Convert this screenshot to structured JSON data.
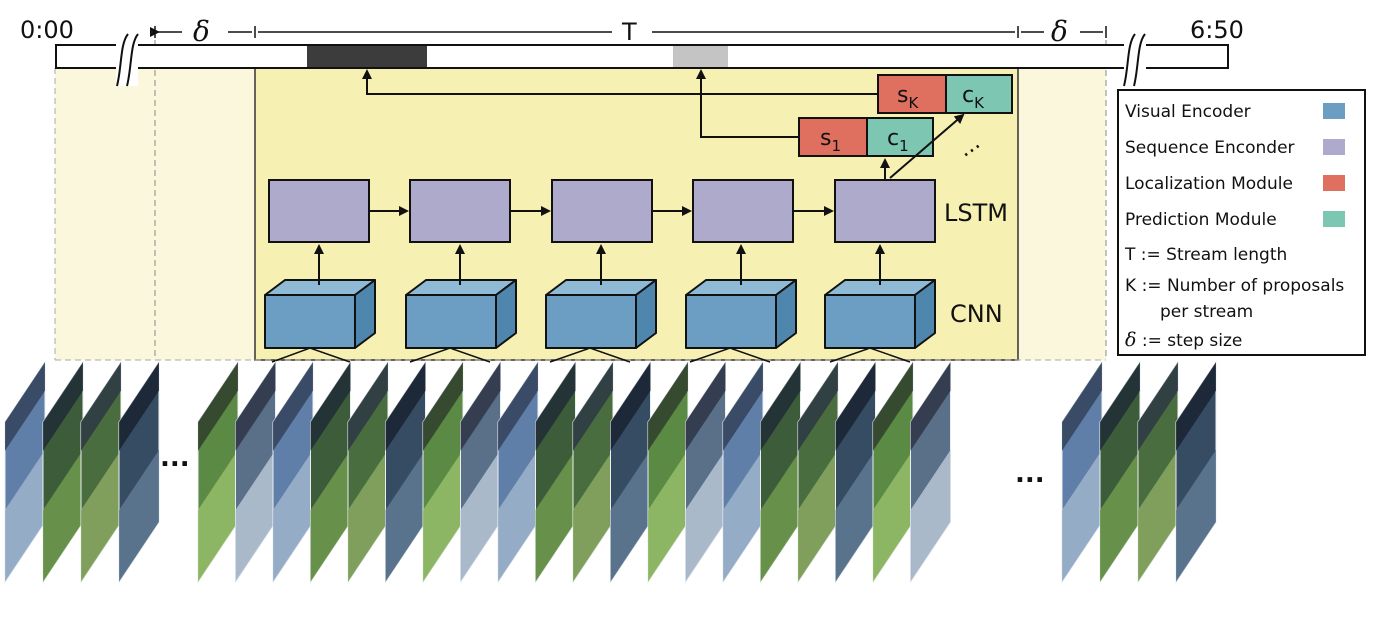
{
  "timeline": {
    "start_label": "0:00",
    "end_label": "6:50",
    "delta_symbol": "δ",
    "stream_symbol": "T"
  },
  "layers": {
    "lstm_label": "LSTM",
    "cnn_label": "CNN"
  },
  "outputs": {
    "s1": "s",
    "s1_sub": "1",
    "c1": "c",
    "c1_sub": "1",
    "sk": "s",
    "sk_sub": "K",
    "ck": "c",
    "ck_sub": "K",
    "ellipsis": "..."
  },
  "legend": {
    "items": [
      {
        "label": "Visual Encoder",
        "color": "#6b9ec2"
      },
      {
        "label": "Sequence  Enconder",
        "color": "#aeaacb"
      },
      {
        "label": "Localization Module",
        "color": "#df6f5f"
      },
      {
        "label": "Prediction Module",
        "color": "#7cc6b2"
      }
    ],
    "defs": [
      {
        "symbol": "T",
        "text": ":= Stream length"
      },
      {
        "symbol": "K",
        "text": ":= Number of proposals"
      },
      {
        "symbol": "",
        "text": "per stream"
      },
      {
        "symbol": "δ",
        "text": ":= step size"
      }
    ]
  },
  "frames": {
    "ellipsis_left": "...",
    "ellipsis_right": "..."
  },
  "colors": {
    "visual_encoder": "#6b9ec2",
    "sequence_encoder": "#aeaacb",
    "localization": "#df6f5f",
    "prediction": "#7cc6b2",
    "window_bg": "#f6f0b3",
    "window_fade": "#fbf7dc",
    "seg_dark": "#3c3c3c",
    "seg_light": "#c4c4c4"
  }
}
